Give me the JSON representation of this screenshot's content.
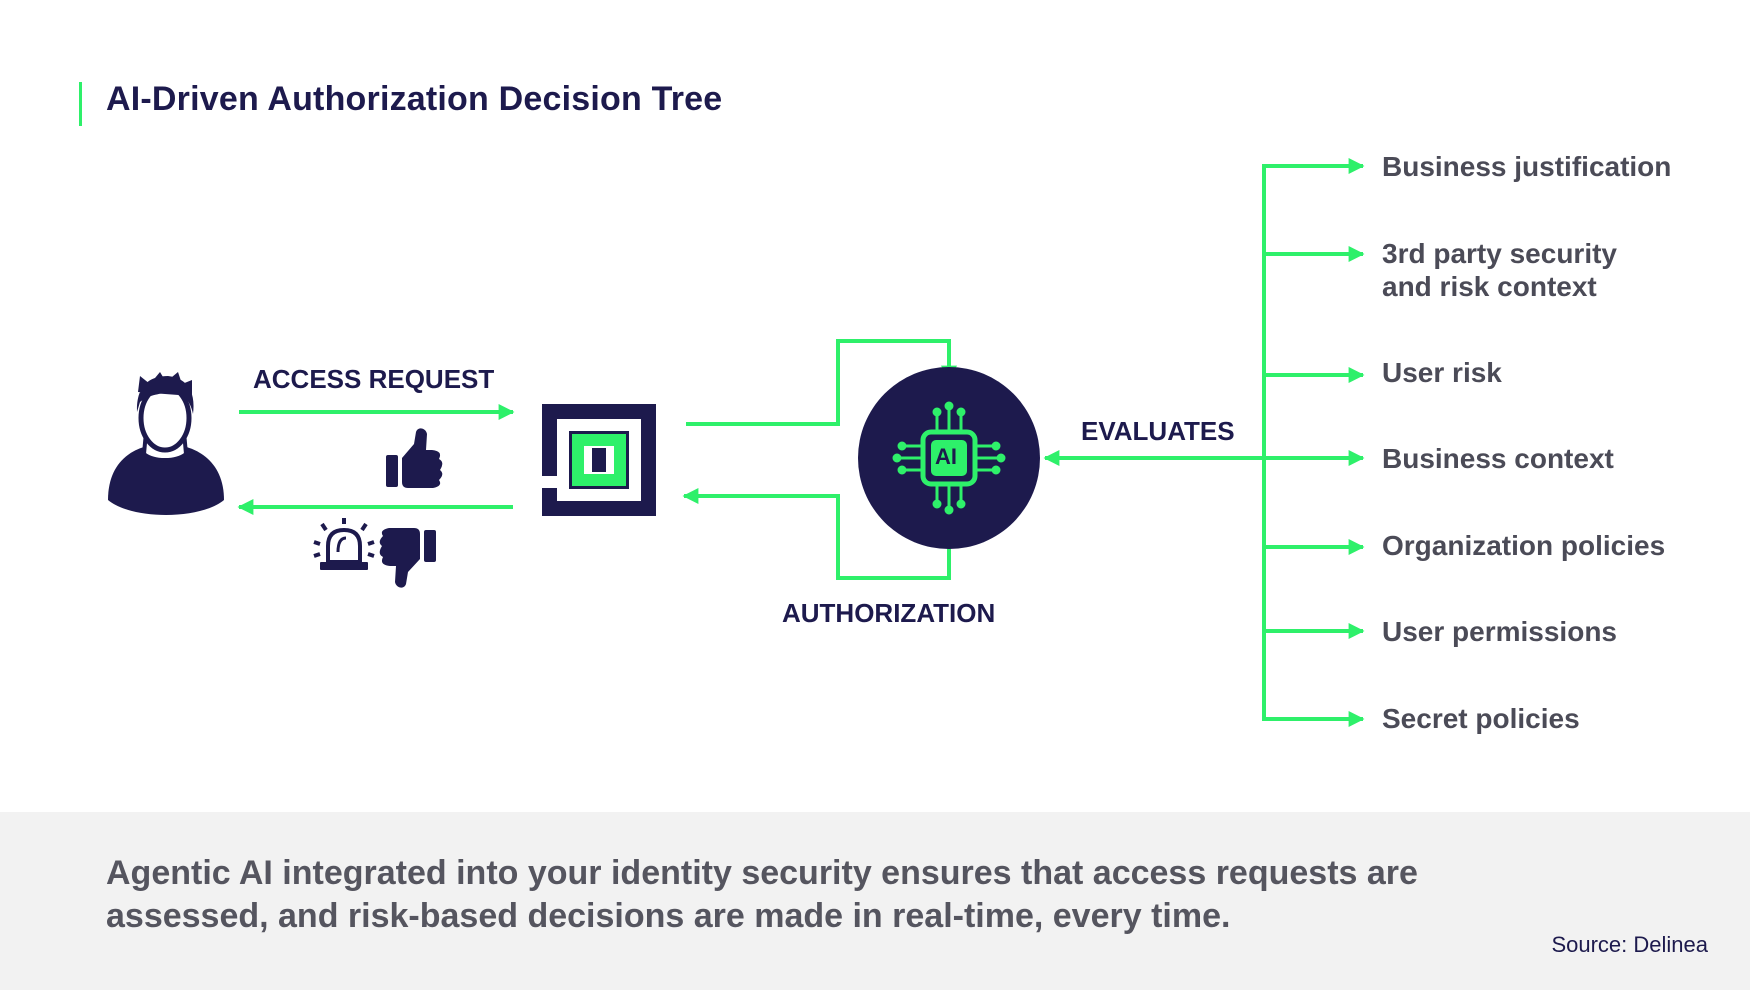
{
  "title": "AI-Driven Authorization Decision Tree",
  "labels": {
    "access_request": "ACCESS REQUEST",
    "authorization": "AUTHORIZATION",
    "evaluates": "EVALUATES",
    "ai_chip": "AI"
  },
  "factors": [
    "Business justification",
    "3rd party security and risk context",
    "User risk",
    "Business context",
    "Organization policies",
    "User permissions",
    "Secret policies"
  ],
  "footer": {
    "text": "Agentic AI integrated into your identity security ensures that access requests are assessed, and risk-based decisions are made in real-time, every time.",
    "source": "Source: Delinea"
  },
  "icons": [
    "user-icon",
    "thumbs-up-icon",
    "thumbs-down-icon",
    "alarm-icon",
    "gateway-logo-icon",
    "ai-chip-icon"
  ],
  "colors": {
    "navy": "#1d1a4d",
    "green": "#2ef06a",
    "gray_text": "#4b4b57",
    "footer_bg": "#f2f2f2"
  }
}
